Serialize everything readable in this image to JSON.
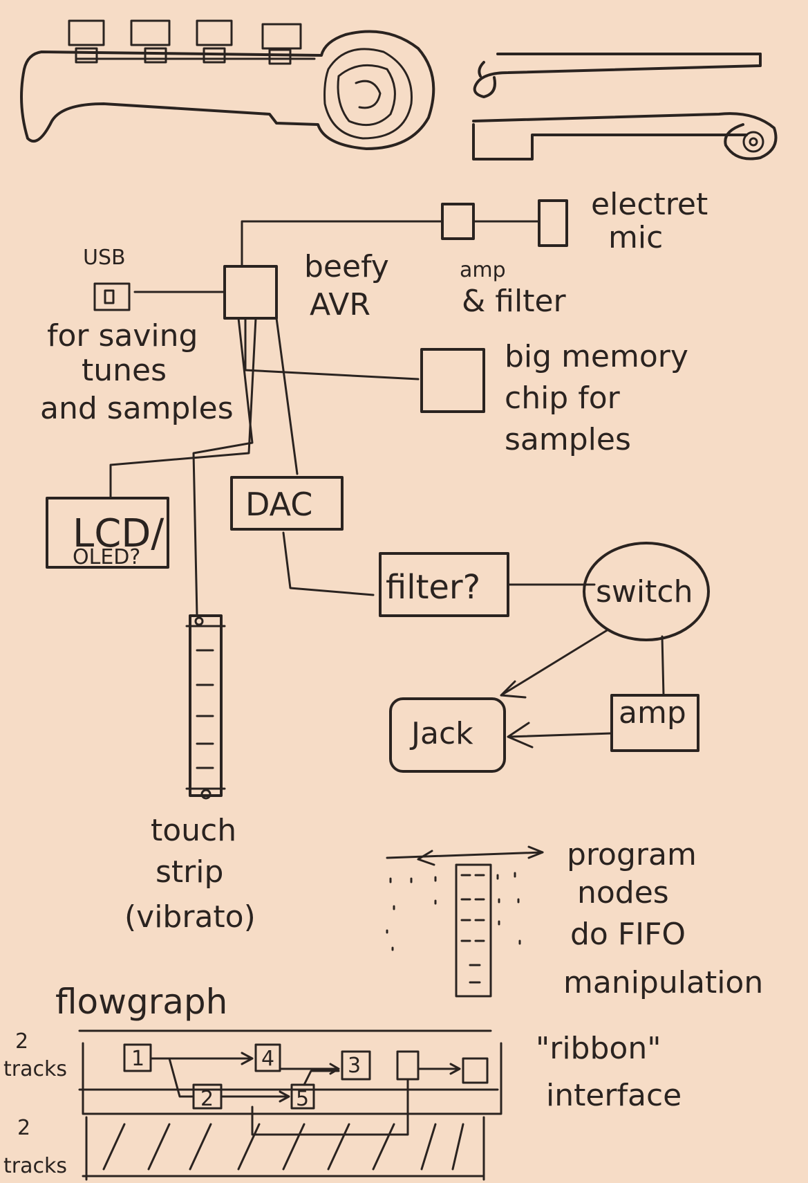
{
  "colors": {
    "paper": "#f6dcc6",
    "ink": "#2a2320"
  },
  "blocks": {
    "usb": "USB",
    "usb_note": [
      "for saving",
      "tunes",
      "and samples"
    ],
    "avr": [
      "beefy",
      "AVR"
    ],
    "amp_filter": [
      "amp",
      "& filter"
    ],
    "mic": [
      "electret",
      "mic"
    ],
    "memory": [
      "big memory",
      "chip for",
      "samples"
    ],
    "dac": "DAC",
    "lcd": "LCD/",
    "oled": "OLED?",
    "filter": "filter?",
    "switch": "switch",
    "jack": "Jack",
    "amp": "amp",
    "touch": [
      "touch",
      "strip",
      "(vibrato)"
    ],
    "program": [
      "program",
      "nodes",
      "do FIFO",
      "manipulation"
    ]
  },
  "flowgraph": {
    "title": "flowgraph",
    "ribbon": [
      "\"ribbon\"",
      "interface"
    ],
    "tracks_top": [
      "2",
      "tracks"
    ],
    "tracks_bottom": [
      "2",
      "tracks"
    ],
    "nodes": [
      "1",
      "2",
      "3",
      "4",
      "5"
    ]
  }
}
